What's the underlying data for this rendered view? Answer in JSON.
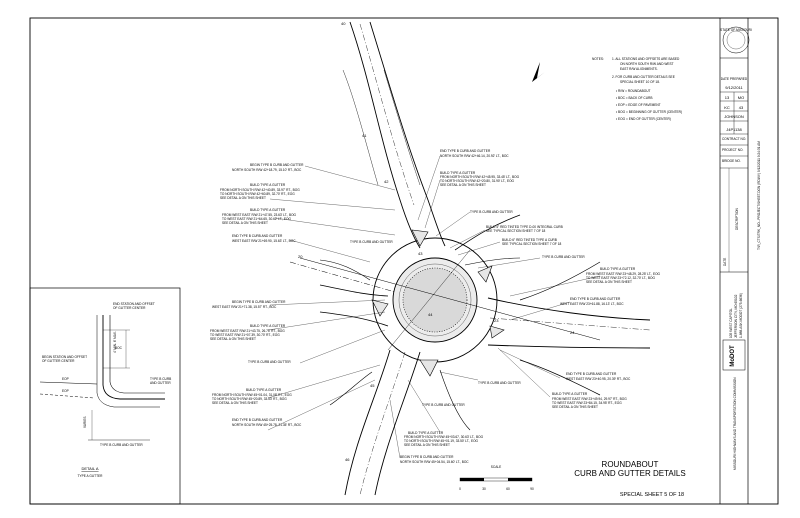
{
  "title": {
    "line1": "ROUNDABOUT",
    "line2": "CURB AND GUTTER DETAILS",
    "sheet": "SPECIAL SHEET 5 OF 18"
  },
  "scale": {
    "label": "SCALE",
    "ticks": [
      "0",
      "30",
      "60",
      "90"
    ]
  },
  "detail": {
    "title": "DETAIL A",
    "subtitle": "TYPE A GUTTER",
    "notes": [
      "END STATION AND OFFSET",
      "OF GUTTER CENTER",
      "BEGIN STATION AND OFFSET",
      "OF GUTTER CENTER",
      "TYPE B CURB",
      "AND GUTTER",
      "TYPE B CURB AND GUTTER"
    ]
  },
  "notes": {
    "header": "NOTES:",
    "items": [
      "1. ALL STATIONS AND OFFSETS ARE BASED",
      "ON NORTH SOUTH R/W AND WEST",
      "EAST R/W ALIGNMENTS.",
      "2. FOR CURB AND GUTTER DETAILS SEE",
      "SPECIAL SHEET 10 OF 18.",
      "• R/W = ROUNDABOUT",
      "• BOC = BACK OF CURB",
      "• EOP = EDGE OF PAVEMENT",
      "• BOG = BEGINNING OF GUTTER (CENTER)",
      "• EOG = END OF GUTTER (CENTER)"
    ]
  },
  "title_block": {
    "seal": "STATE OF MISSOURI",
    "date_label": "DATE PREPARED",
    "date": "9/12/2011",
    "district": "KC",
    "route_no": "43",
    "state": "MO",
    "county": "JOHNSON",
    "job_no": "J4P1138",
    "contract_no": "CONTRACT NO.",
    "project_no": "PROJECT NO.",
    "bridge_no": "BRIDGE NO.",
    "description": "DESCRIPTION",
    "date_col": "DATE",
    "agency": "MISSOURI HIGHWAYS AND TRANSPORTATION COMMISSION",
    "address": "105 WEST CAPITOL",
    "city": "JEFFERSON CITY, MO 65102",
    "phone": "1-888-ASK MODOT (275-6636)",
    "logo": "MoDOT"
  },
  "stations": [
    "40",
    "41",
    "42",
    "43",
    "44",
    "45",
    "46",
    "20",
    "23",
    "24"
  ],
  "callouts": [
    "BEGIN TYPE B CURB AND GUTTER",
    "NORTH SOUTH R/W 42+18.79, 15.10' RT., BOC",
    "BUILD TYPE A GUTTER",
    "FROM NORTH SOUTH R/W 42+40.89, 33.97' RT., BOG",
    "TO NORTH SOUTH R/W 42+60.89, 32.70' RT., EOG",
    "SEE DETAIL A ON THIS SHEET",
    "BUILD TYPE A GUTTER",
    "FROM WEST EAST R/W 21+47.55, 23.63' LT., BOG",
    "TO WEST EAST R/W 21+64.65, 30.62' LT., EOG",
    "SEE DETAIL A ON THIS SHEET",
    "END TYPE B CURB AND GUTTER",
    "WEST EAST R/W 21+69.90, 15.63' LT., BOC",
    "BEGIN TYPE B CURB AND GUTTER",
    "WEST EAST R/W 21+71.38, 15.57' RT., BOC",
    "BUILD TYPE A GUTTER",
    "FROM WEST EAST R/W 21+43.75, 26.75' RT., BOG",
    "TO WEST EAST R/W 21+07.39, 30.70' RT., EOG",
    "SEE DETAIL A ON THIS SHEET",
    "TYPE B CURB AND GUTTER",
    "BUILD TYPE A GUTTER",
    "FROM NORTH SOUTH R/W 45+01.04, 31.08' RT., EOG",
    "TO NORTH SOUTH R/W 45+20.89, 33.53' RT., BOG",
    "SEE DETAIL A ON THIS SHEET",
    "END TYPE B CURB AND GUTTER",
    "NORTH SOUTH R/W 45+25.78, 21.35' RT., BOC",
    "END TYPE B CURB AND GUTTER",
    "NORTH SOUTH R/W 42+46.14, 20.92' LT., BOC",
    "BUILD TYPE A GUTTER",
    "FROM NORTH SOUTH R/W 42+45.95, 33.45' LT., BOG",
    "TO NORTH SOUTH R/W 42+20.80, 31.90' LT., EOG",
    "SEE DETAIL A ON THIS SHEET",
    "TYPE B CURB AND GUTTER",
    "BUILD 4\" RED TINTED TYPE D-00 INTEGRAL CURB",
    "SEE TYPICAL SECTION SHEET 7 OF 18",
    "BUILD 6\" RED TINTED TYPE A CURB",
    "SEE TYPICAL SECTION SHEET 7 OF 18",
    "TYPE B CURB AND GUTTER",
    "TYPE B CURB AND GUTTER",
    "BUILD TYPE A GUTTER",
    "FROM WEST EAST R/W 23+48.29, 28.25' LT., EOG",
    "TO WEST EAST R/W 23+72.12, 32.70' LT., BOG",
    "SEE DETAIL A ON THIS SHEET",
    "END TYPE B CURB AND GUTTER",
    "WEST EAST R/W 23+61.88, 16.13' LT., BOC",
    "END TYPE B CURB AND GUTTER",
    "WEST EAST R/W 23+40.95, 20.39' RT., BOC",
    "BUILD TYPE A GUTTER",
    "FROM WEST EAST R/W 23+49.94, 29.97' RT., BOG",
    "TO WEST EAST R/W 23+84.15, 34.95' RT., EOG",
    "SEE DETAIL A ON THIS SHEET",
    "TYPE B CURB AND GUTTER",
    "BUILD TYPE A GUTTER",
    "FROM NORTH SOUTH R/W 45+03.67, 30.63' LT., BOG",
    "TO NORTH SOUTH R/W 45+01.19, 33.50' LT., EOG",
    "SEE DETAIL A ON THIS SHEET",
    "BEGIN TYPE B CURB AND GUTTER",
    "NORTH SOUTH R/W 45+04.54, 15.60' LT., BOC",
    "TYPE B CURB AND GUTTER"
  ],
  "side_text": "T:\\R_CTS\\TRK_NO...PROJECT\\SHEET.DGN (RDWY) 9/12/2011 9:24:31 AM"
}
